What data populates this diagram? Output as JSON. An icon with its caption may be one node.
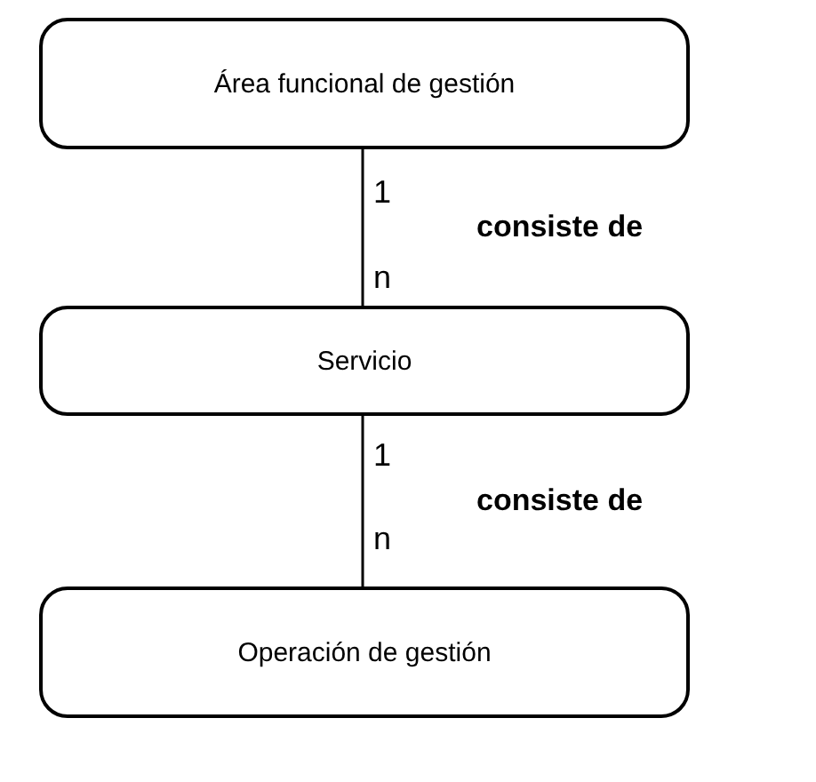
{
  "diagram": {
    "nodes": [
      {
        "text": [
          "Área funcional de gestión"
        ]
      },
      {
        "text": [
          "Servicio"
        ]
      },
      {
        "text": [
          "Operación de gestión"
        ]
      }
    ],
    "edges": [
      {
        "from": 0,
        "to": 1,
        "arrow": "none",
        "label": "consiste de"
      },
      {
        "from": 1,
        "to": 2,
        "arrow": "none",
        "label": "consiste de"
      }
    ],
    "labels": [
      "1",
      "n",
      "1",
      "n"
    ]
  }
}
